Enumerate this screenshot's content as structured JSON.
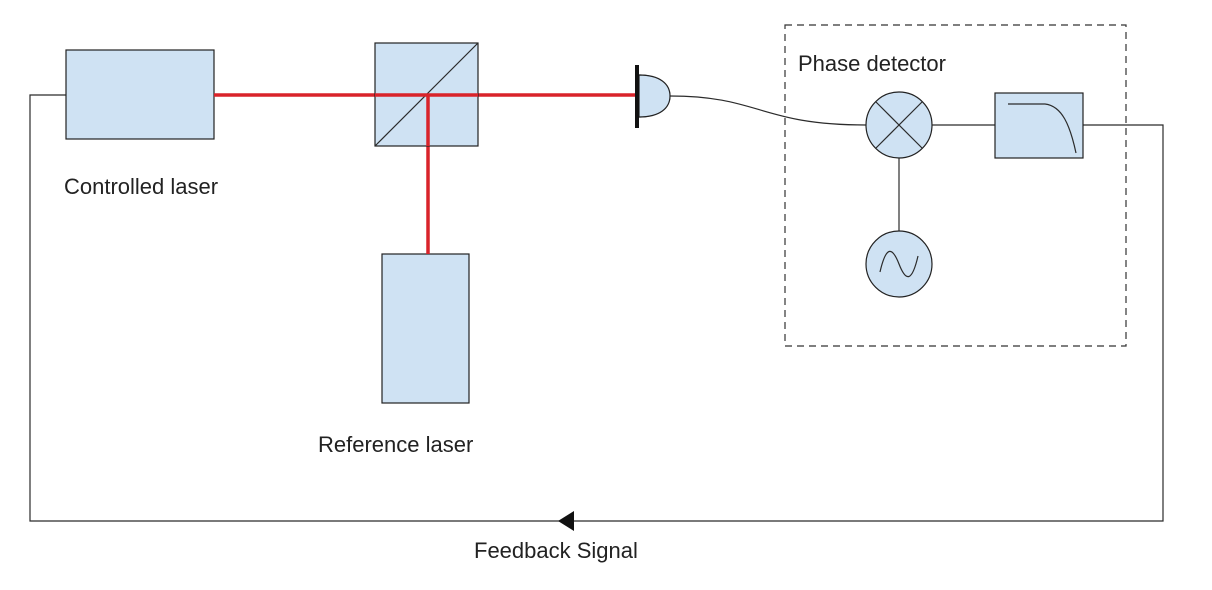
{
  "labels": {
    "controlled_laser": "Controlled laser",
    "reference_laser": "Reference laser",
    "phase_detector": "Phase detector",
    "feedback_signal": "Feedback Signal"
  },
  "colors": {
    "beam": "#d9232a",
    "component_fill": "#cfe2f3",
    "stroke": "#222222"
  },
  "icons": {
    "mixer": "mixer-x-circle-icon",
    "oscillator": "sine-oscillator-icon",
    "filter": "lowpass-filter-icon",
    "photodetector": "photodetector-icon",
    "beam_splitter": "beam-splitter-cube-icon"
  }
}
